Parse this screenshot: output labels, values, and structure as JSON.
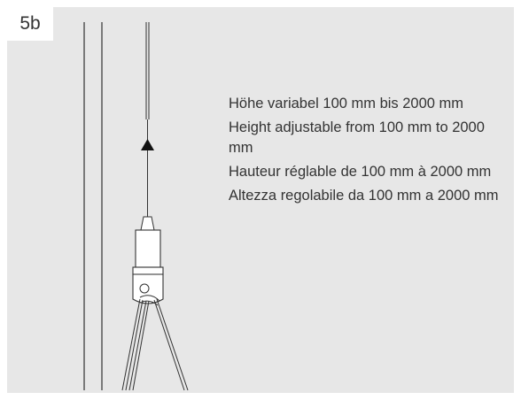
{
  "step": {
    "label": "5b"
  },
  "captions": [
    "Höhe variabel 100 mm bis 2000 mm",
    "Height adjustable from 100 mm to 2000 mm",
    "Hauteur réglable de 100 mm à 2000 mm",
    "Altezza regolabile da 100 mm a 2000 mm"
  ],
  "colors": {
    "panel_background": "#e7e7e7",
    "line": "#333333",
    "text": "#333333"
  }
}
